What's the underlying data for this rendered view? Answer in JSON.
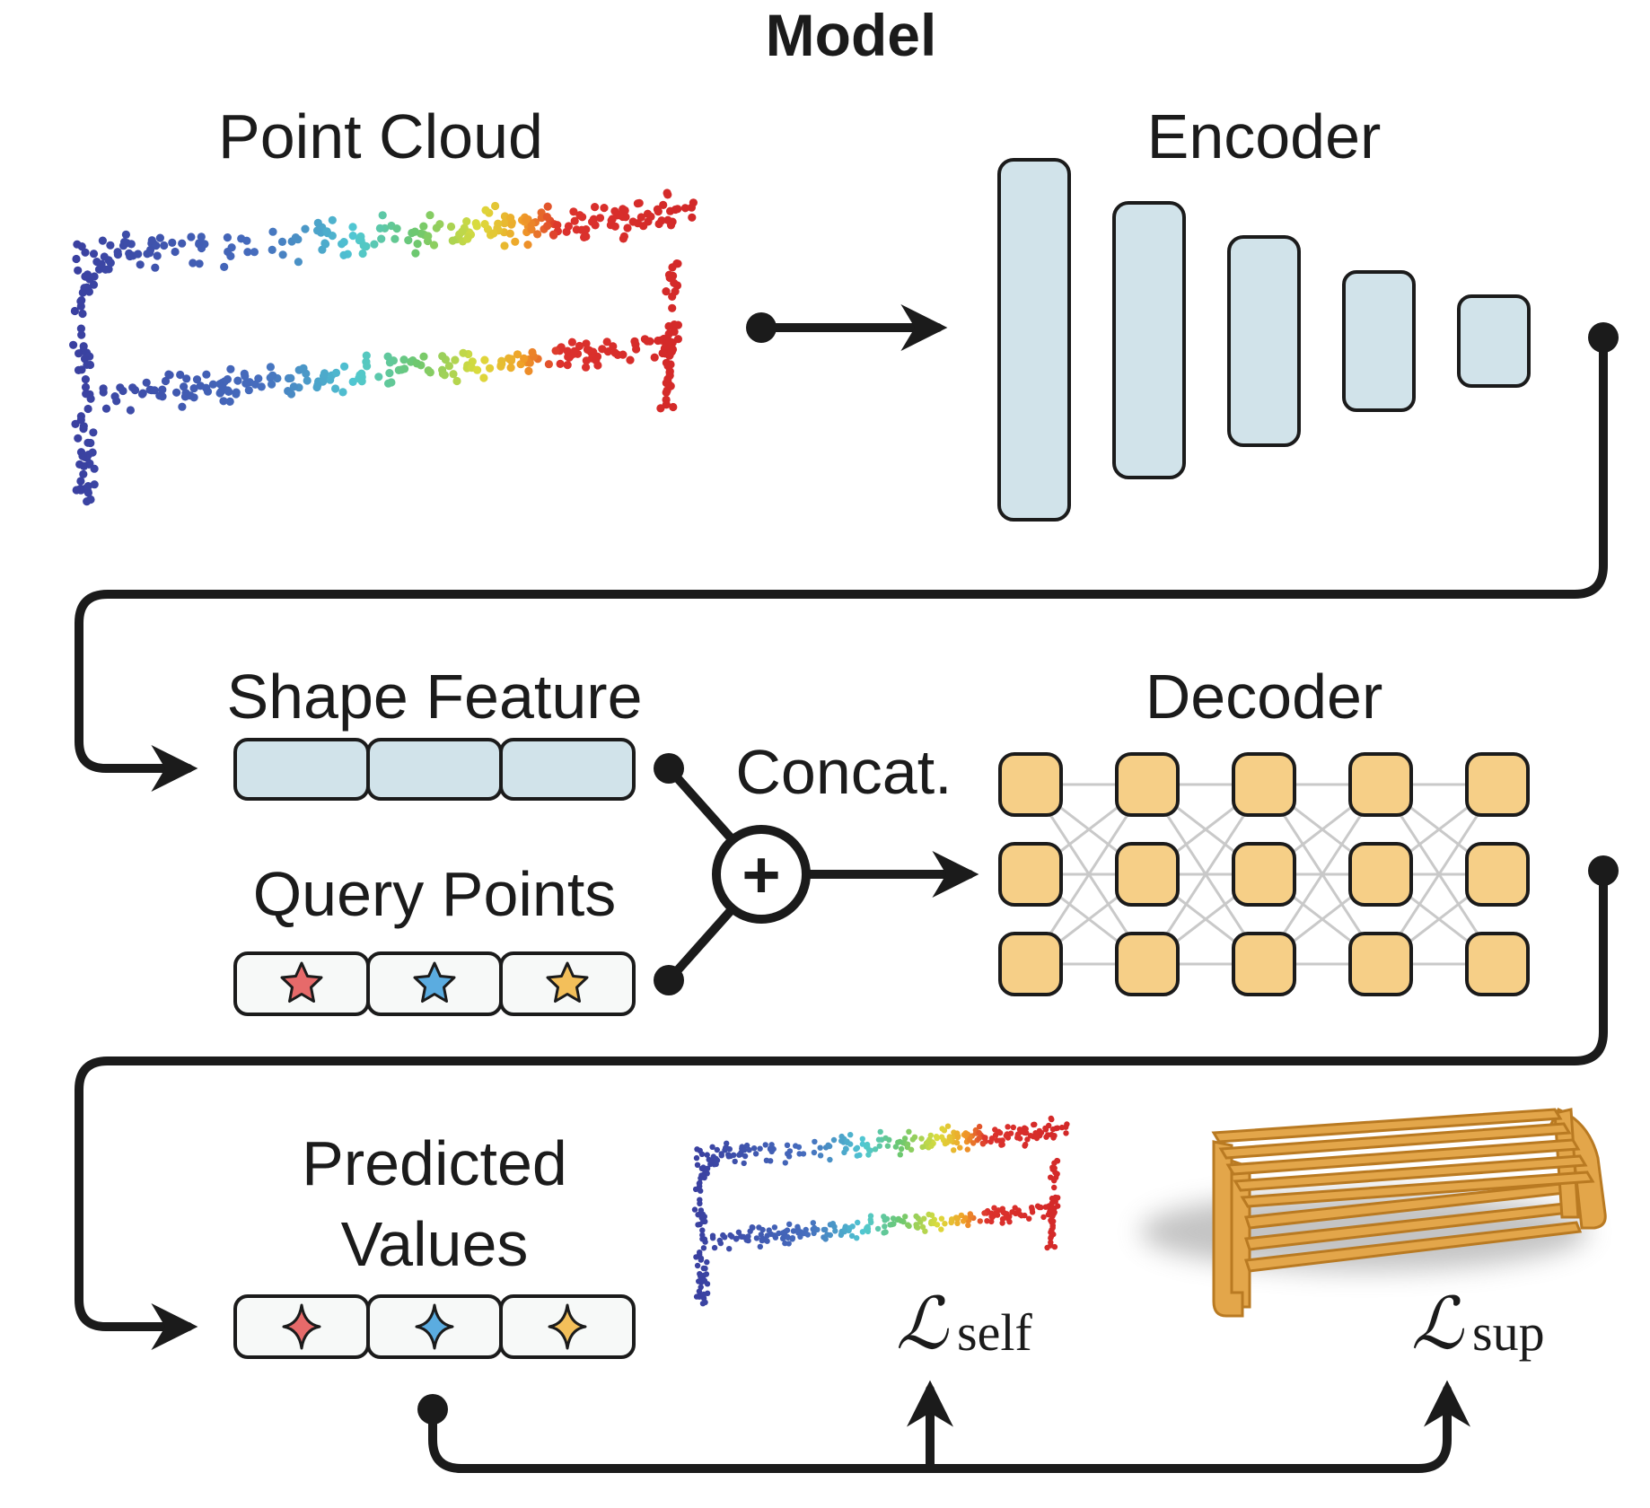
{
  "title": "Model",
  "labels": {
    "point_cloud": "Point Cloud",
    "encoder": "Encoder",
    "shape_feature": "Shape Feature",
    "query_points": "Query Points",
    "concat": "Concat.",
    "concat_symbol": "+",
    "decoder": "Decoder",
    "predicted_line1": "Predicted",
    "predicted_line2": "Values"
  },
  "losses": {
    "self_symbol": "ℒ",
    "self_sub": "self",
    "sup_symbol": "ℒ",
    "sup_sub": "sup"
  },
  "colors": {
    "stroke": "#1b1b1b",
    "feature_fill": "#d1e3ea",
    "neuron_fill": "#f6cf87",
    "cell_fill": "#f7f9f8",
    "star_red": "#e66a6a",
    "star_blue": "#5bace0",
    "star_yellow": "#f3bf5a",
    "bench": "#e3a64a",
    "bench_dark": "#b97a22"
  },
  "icons": [
    "arrow-right-icon",
    "arrow-up-icon",
    "star-icon",
    "sparkle-icon",
    "plus-circle-icon",
    "bench-icon"
  ]
}
